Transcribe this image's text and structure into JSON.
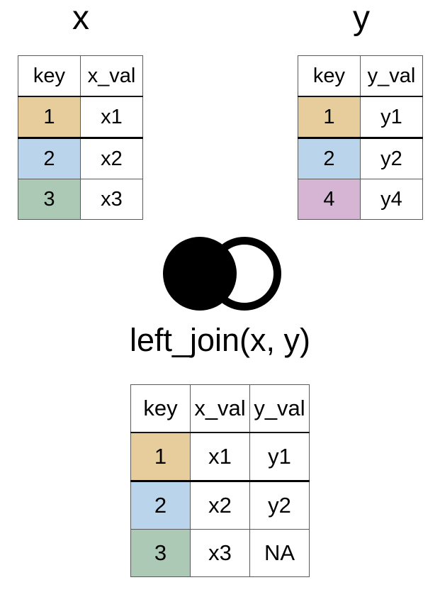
{
  "page": {
    "background": "#ffffff"
  },
  "colors": {
    "key_tan": "#E6CD9B",
    "key_blue": "#BAD5EB",
    "key_green": "#ABC9B5",
    "key_pink": "#D6B4D3",
    "icon_black": "#000000",
    "grid_line": "#5a5a5a",
    "strong_line": "#000000"
  },
  "tables": {
    "x": {
      "title": "x",
      "headers": [
        "key",
        "x_val"
      ],
      "rows": [
        {
          "key": "1",
          "val": "x1"
        },
        {
          "key": "2",
          "val": "x2"
        },
        {
          "key": "3",
          "val": "x3"
        }
      ]
    },
    "y": {
      "title": "y",
      "headers": [
        "key",
        "y_val"
      ],
      "rows": [
        {
          "key": "1",
          "val": "y1"
        },
        {
          "key": "2",
          "val": "y2"
        },
        {
          "key": "4",
          "val": "y4"
        }
      ]
    },
    "result": {
      "headers": [
        "key",
        "x_val",
        "y_val"
      ],
      "rows": [
        {
          "key": "1",
          "x_val": "x1",
          "y_val": "y1"
        },
        {
          "key": "2",
          "x_val": "x2",
          "y_val": "y2"
        },
        {
          "key": "3",
          "x_val": "x3",
          "y_val": "NA"
        }
      ]
    }
  },
  "join": {
    "label": "left_join(x, y)"
  }
}
